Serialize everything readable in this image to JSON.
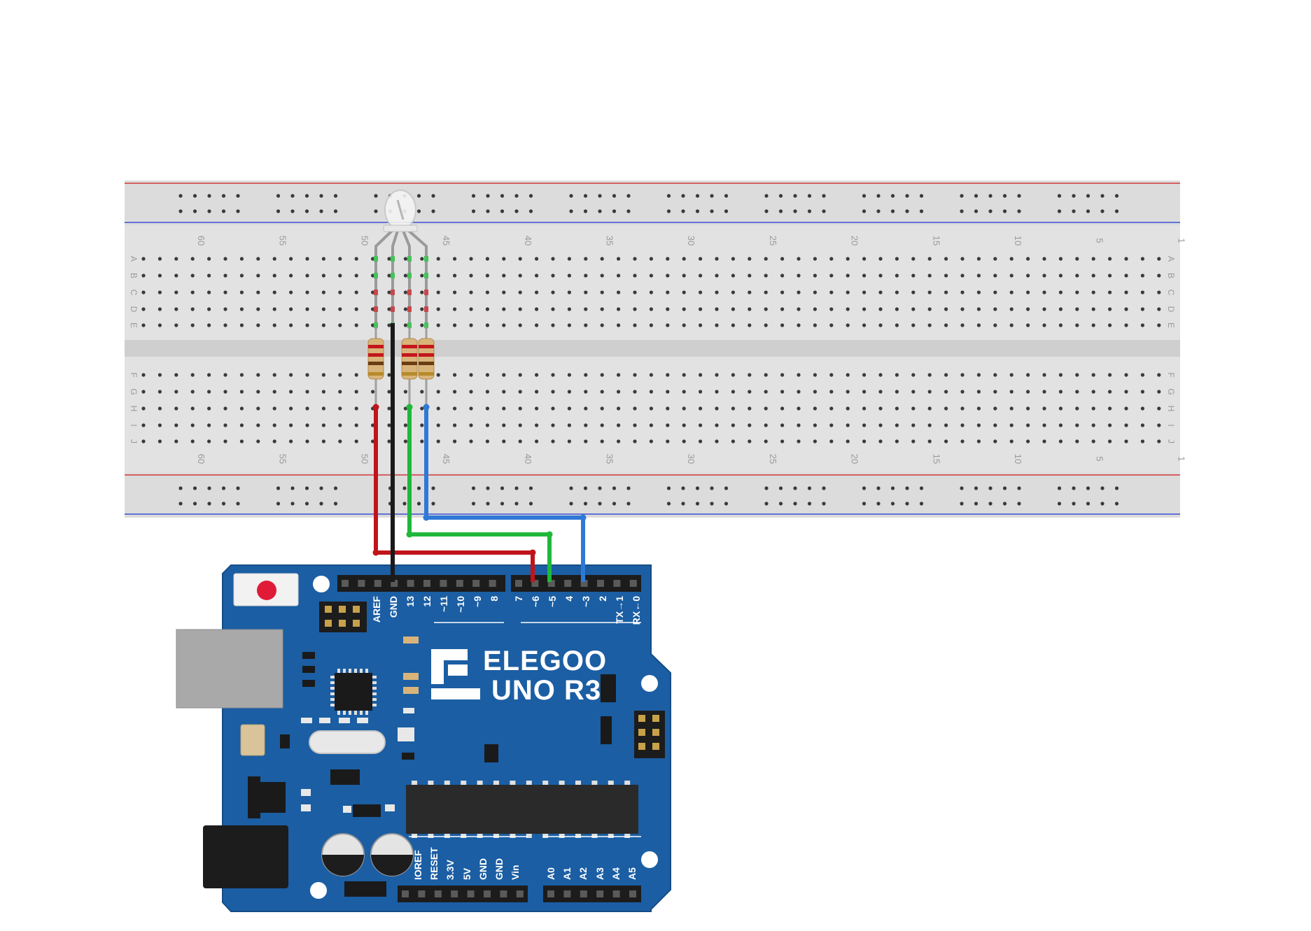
{
  "breadboard": {
    "column_numbers": [
      "60",
      "55",
      "50",
      "45",
      "40",
      "35",
      "30",
      "25",
      "20",
      "15",
      "10",
      "5",
      "1"
    ],
    "row_letters_top": [
      "A",
      "B",
      "C",
      "D",
      "E"
    ],
    "row_letters_bottom": [
      "F",
      "G",
      "H",
      "I",
      "J"
    ]
  },
  "components": {
    "led": "RGB LED",
    "resistors": 3
  },
  "wires": {
    "red": "#c0141b",
    "black": "#1a1a1a",
    "green": "#1fb83a",
    "blue": "#2f79d6"
  },
  "board": {
    "brand": "ELEGOO",
    "model": "UNO R3",
    "color": "#1b5ea3",
    "digital_pins": [
      "AREF",
      "GND",
      "13",
      "12",
      "~11",
      "~10",
      "~9",
      "8",
      "7",
      "~6",
      "~5",
      "4",
      "~3",
      "2",
      "TX→1",
      "RX←0"
    ],
    "power_pins": [
      "IOREF",
      "RESET",
      "3.3V",
      "5V",
      "GND",
      "GND",
      "Vin"
    ],
    "analog_pins": [
      "A0",
      "A1",
      "A2",
      "A3",
      "A4",
      "A5"
    ]
  }
}
